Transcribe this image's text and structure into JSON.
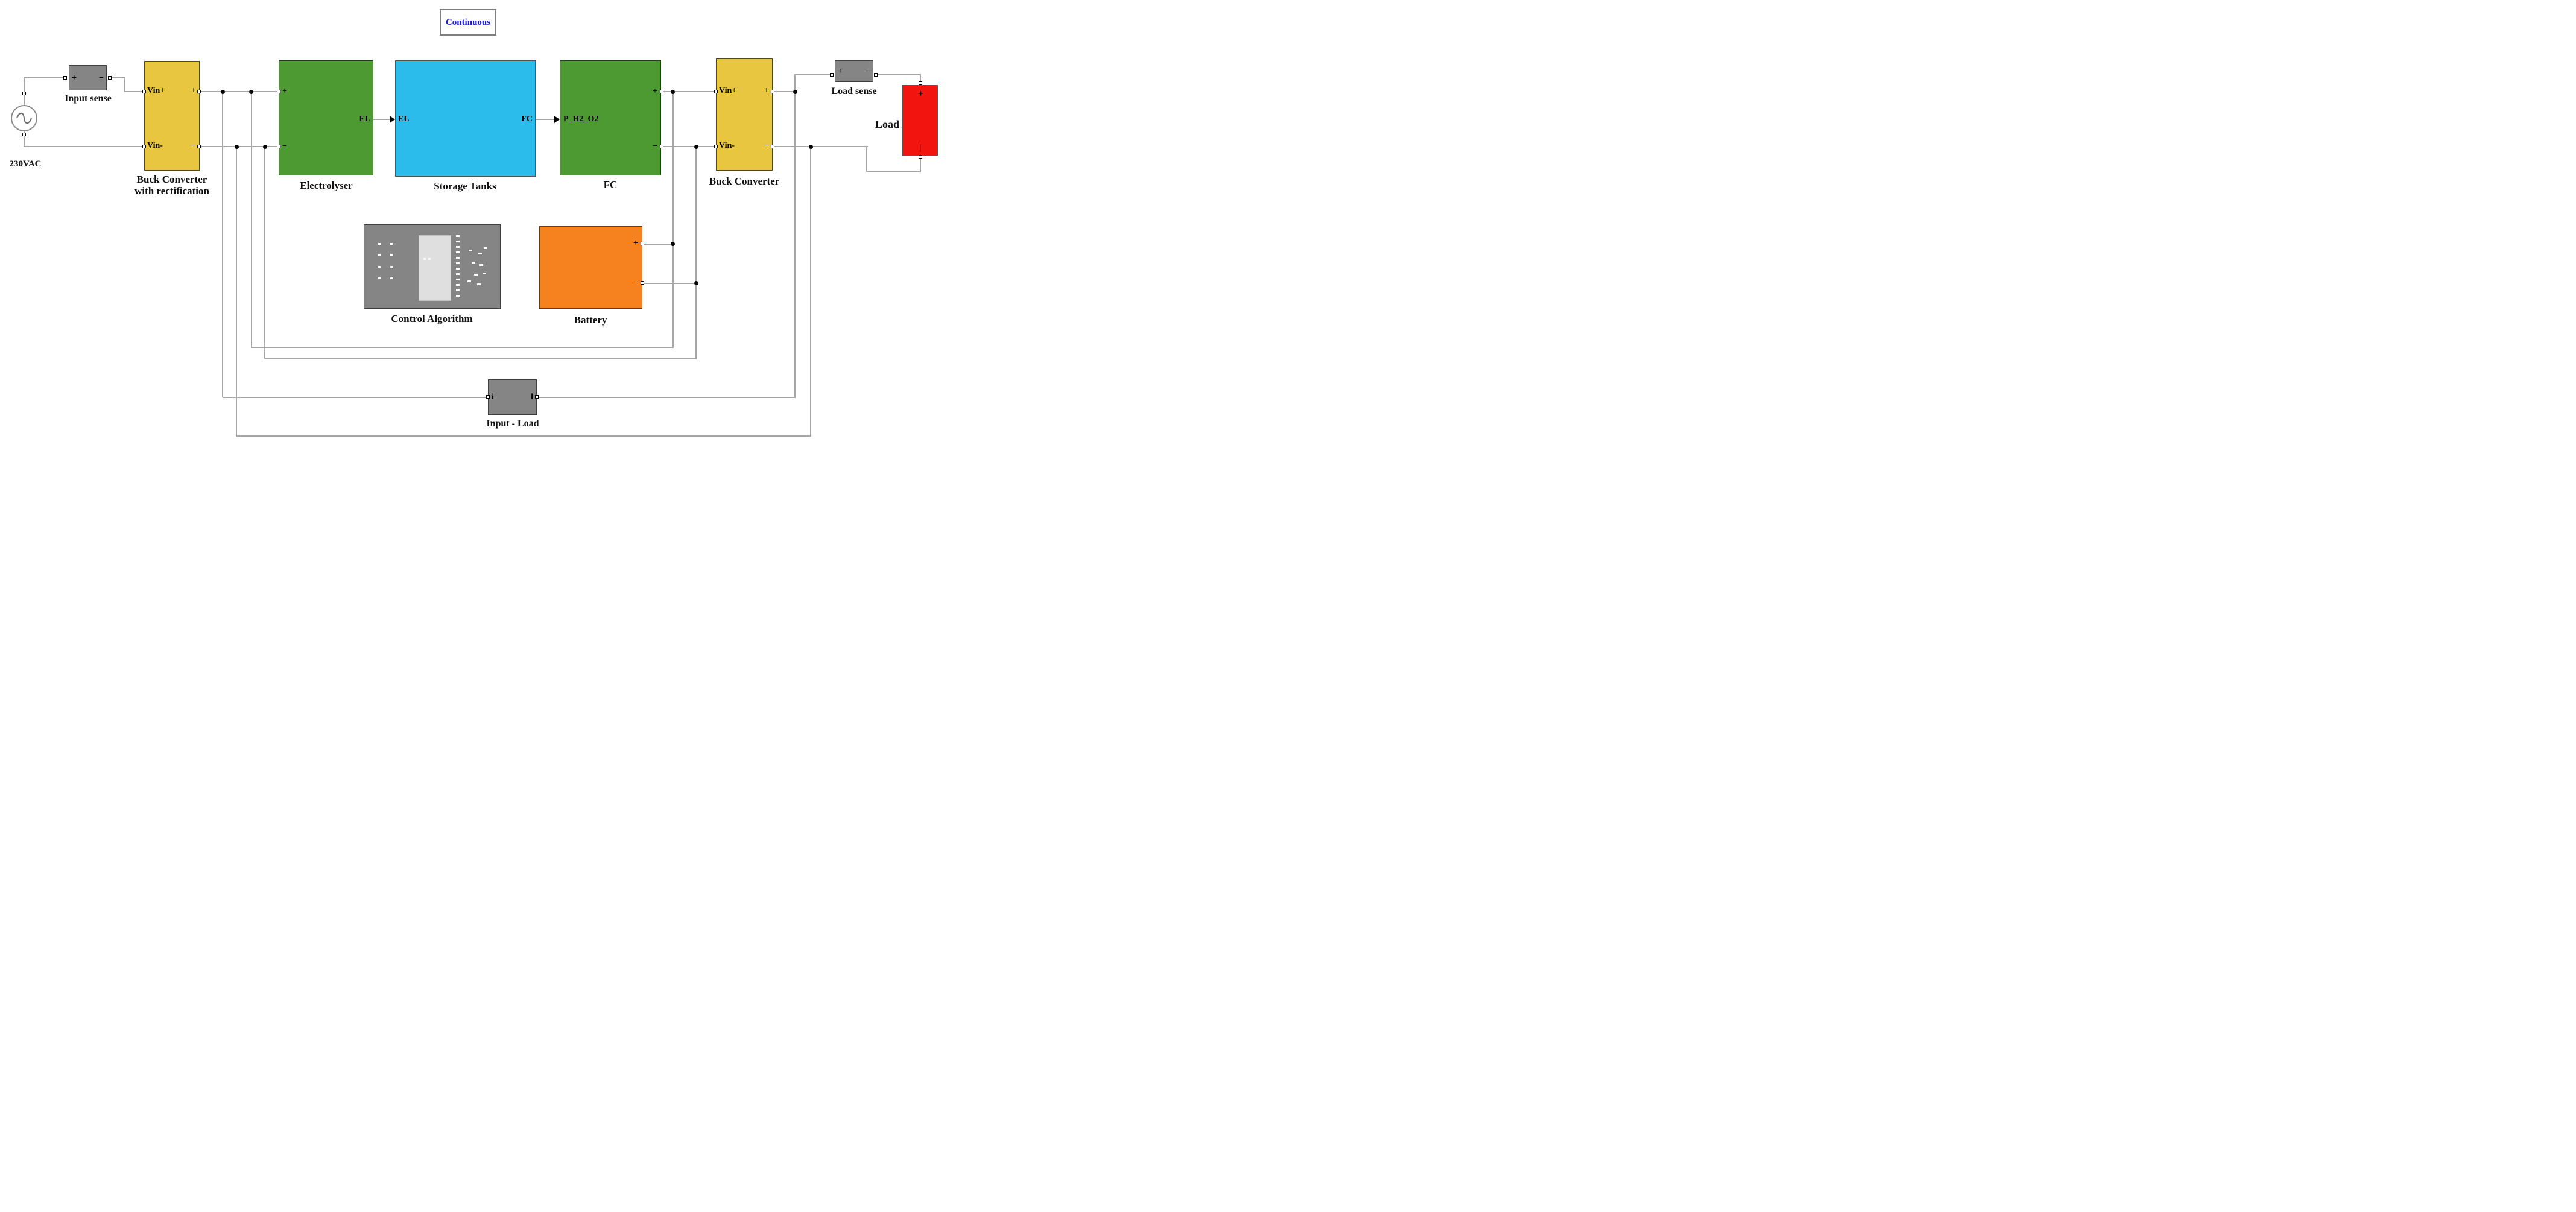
{
  "solver_badge": {
    "label": "Continuous"
  },
  "source": {
    "label": "230VAC"
  },
  "blocks": {
    "input_sense": {
      "name": "Input sense",
      "port_plus": "+",
      "port_minus": "−"
    },
    "buck_rectifier": {
      "name_line1": "Buck Converter",
      "name_line2": "with rectification",
      "port_vin_plus": "Vin+",
      "port_vin_minus": "Vin-",
      "port_out_plus": "+",
      "port_out_minus": "−"
    },
    "electrolyser": {
      "name": "Electrolyser",
      "port_plus": "+",
      "port_minus": "−",
      "port_out": "EL"
    },
    "storage_tanks": {
      "name": "Storage Tanks",
      "port_in": "EL",
      "port_out": "FC"
    },
    "fuel_cell": {
      "name": "FC",
      "port_in": "P_H2_O2",
      "port_out_plus": "+",
      "port_out_minus": "−"
    },
    "buck_converter": {
      "name": "Buck Converter",
      "port_vin_plus": "Vin+",
      "port_vin_minus": "Vin-",
      "port_out_plus": "+",
      "port_out_minus": "−"
    },
    "load_sense": {
      "name": "Load sense",
      "port_plus": "+",
      "port_minus": "−"
    },
    "load": {
      "name": "Load",
      "port_plus": "+",
      "port_minus": "|"
    },
    "control_algorithm": {
      "name": "Control Algorithm"
    },
    "battery": {
      "name": "Battery",
      "port_plus": "+",
      "port_minus": "−"
    },
    "input_load": {
      "name": "Input - Load",
      "port_in": "i",
      "port_out": "l"
    }
  },
  "icons": {
    "ac_source": "sine-wave-source-icon",
    "control_algorithm": "scope-panel-icon"
  },
  "colors": {
    "buck_yellow": "#E8C63F",
    "block_green": "#4D9A33",
    "storage_cyan": "#2BBCEC",
    "battery_orange": "#F5821E",
    "load_red": "#F2150F",
    "sensor_gray": "#858585",
    "wire_gray": "#A6A6A6",
    "solver_text_blue": "#1C1CD6",
    "background": "#FFFFFF"
  }
}
